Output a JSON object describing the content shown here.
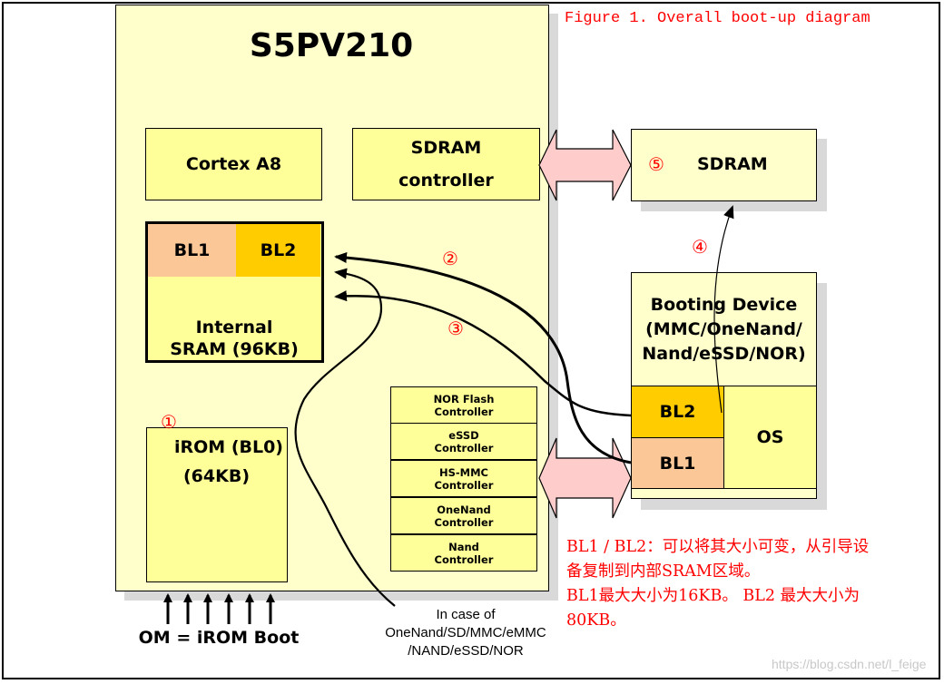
{
  "figure": {
    "title": "Figure 1. Overall boot-up diagram",
    "watermark": "https://blog.csdn.net/l_feige"
  },
  "chip": {
    "name": "S5PV210",
    "cortex": "Cortex A8",
    "sdram_controller": [
      "SDRAM",
      "controller"
    ],
    "internal_sram": {
      "bl1": "BL1",
      "bl2": "BL2",
      "label_line1": "Internal",
      "label_line2": "SRAM (96KB)"
    },
    "irom": {
      "step": "①",
      "line1": "iROM (BL0)",
      "line2": "(64KB)"
    },
    "controllers": [
      {
        "line1": "NOR Flash",
        "line2": "Controller"
      },
      {
        "line1": "eSSD",
        "line2": "Controller"
      },
      {
        "line1": "HS-MMC",
        "line2": "Controller"
      },
      {
        "line1": "OneNand",
        "line2": "Controller"
      },
      {
        "line1": "Nand",
        "line2": "Controller"
      }
    ]
  },
  "external_sdram": {
    "step": "⑤",
    "label": "SDRAM"
  },
  "booting_device": {
    "line1": "Booting Device",
    "line2": "(MMC/OneNand/",
    "line3": "Nand/eSSD/NOR)",
    "bl2": "BL2",
    "bl1": "BL1",
    "os": "OS"
  },
  "steps": {
    "step2": "②",
    "step3": "③",
    "step4": "④"
  },
  "om_label": "OM = iROM Boot",
  "in_case": {
    "line1": "In case of",
    "line2": "OneNand/SD/MMC/eMMC",
    "line3": "/NAND/eSSD/NOR"
  },
  "note": {
    "line1": "BL1 / BL2：可以将其大小可变，从引导设",
    "line2": "备复制到内部SRAM区域。",
    "line3": "BL1最大大小为16KB。 BL2 最大大小为",
    "line4": "80KB。"
  },
  "colors": {
    "chip_bg": "#ffffcc",
    "block_bg": "#ffff99",
    "bl1": "#fbc796",
    "bl2": "#ffcc00",
    "bus_arrow": "#ffcccc",
    "annotation_red": "#ff0000"
  }
}
